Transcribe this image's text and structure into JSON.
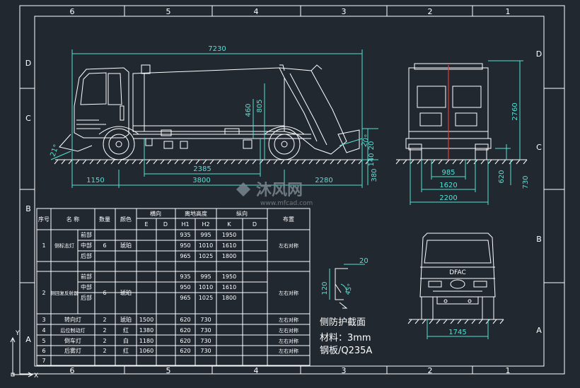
{
  "colors": {
    "background": "#212830",
    "line": "#ffffff",
    "dimension": "#54e0d4",
    "centerline": "#e03a3a",
    "ground_hatch": "#ffffff",
    "watermark": "#7a8790"
  },
  "border": {
    "top_labels": [
      "6",
      "5",
      "4",
      "3",
      "2",
      "1"
    ],
    "bottom_labels": [
      "6",
      "5",
      "4",
      "3",
      "2",
      "1"
    ],
    "left_labels": [
      "D",
      "C",
      "B",
      "A"
    ],
    "right_labels": [
      "D",
      "C",
      "B",
      "A"
    ]
  },
  "side_view": {
    "dims": {
      "overall_length": "7230",
      "wheelbase_2385": "2385",
      "front_overhang": "1150",
      "wheelbase": "3800",
      "rear_overhang": "2280",
      "height_460": "460",
      "height_805": "805",
      "height_380": "380",
      "height_20": "20",
      "height_140": "140",
      "angle_front": "21°",
      "angle_rear": "20°"
    }
  },
  "rear_view": {
    "dims": {
      "height": "2760",
      "width_985": "985",
      "width_1620": "1620",
      "width_2200": "2200",
      "height_620": "620",
      "height_730": "730"
    }
  },
  "front_view": {
    "dims": {
      "track": "1745"
    },
    "badge": "DFAC"
  },
  "section": {
    "dim_top": "20",
    "dim_side": "120",
    "dim_angle": "45°",
    "title": "侧防护截面",
    "material": "材料：3mm",
    "steel": "钢板/Q235A"
  },
  "watermark": {
    "text": "沐风网",
    "url": "www.mfcad.com"
  },
  "table": {
    "headers": {
      "no": "序号",
      "name": "名 称",
      "qty": "数量",
      "color": "颜色",
      "lateral": "横向",
      "height": "离地高度",
      "longitudinal": "纵向",
      "layout": "布置",
      "E": "E",
      "D1": "D",
      "H1": "H1",
      "H2": "H2",
      "K": "K",
      "D2": "D"
    },
    "group1": {
      "no": "1",
      "name": "侧标志灯",
      "qty": "6",
      "color": "琥珀",
      "layout": "左右对称",
      "rows": [
        {
          "pos": "前部",
          "h1": "935",
          "h2": "995",
          "k": "1950"
        },
        {
          "pos": "中部",
          "h1": "950",
          "h2": "1010",
          "k": "1610"
        },
        {
          "pos": "后部",
          "h1": "965",
          "h2": "1025",
          "k": "1800"
        }
      ]
    },
    "group2": {
      "no": "2",
      "name": "侧回复反射器",
      "qty": "6",
      "color": "琥珀",
      "layout": "左右对称",
      "rows": [
        {
          "pos": "前部",
          "h1": "935",
          "h2": "995",
          "k": "1950"
        },
        {
          "pos": "中部",
          "h1": "950",
          "h2": "1010",
          "k": "1610"
        },
        {
          "pos": "后部",
          "h1": "965",
          "h2": "1025",
          "k": "1800"
        }
      ]
    },
    "rows": [
      {
        "no": "3",
        "name": "转向灯",
        "qty": "2",
        "color": "琥珀",
        "e": "1500",
        "h1": "620",
        "h2": "730",
        "layout": "左右对称"
      },
      {
        "no": "4",
        "name": "后位制动灯",
        "qty": "2",
        "color": "红",
        "e": "1380",
        "h1": "620",
        "h2": "730",
        "layout": "左右对称"
      },
      {
        "no": "5",
        "name": "倒车灯",
        "qty": "2",
        "color": "白",
        "e": "1180",
        "h1": "620",
        "h2": "730",
        "layout": "左右对称"
      },
      {
        "no": "6",
        "name": "后雾灯",
        "qty": "2",
        "color": "红",
        "e": "1060",
        "h1": "620",
        "h2": "730",
        "layout": "左右对称"
      },
      {
        "no": "7",
        "name": "",
        "qty": "",
        "color": "",
        "e": "",
        "h1": "",
        "h2": "",
        "layout": ""
      }
    ]
  },
  "ucs": {
    "y": "Y",
    "x": "X"
  }
}
